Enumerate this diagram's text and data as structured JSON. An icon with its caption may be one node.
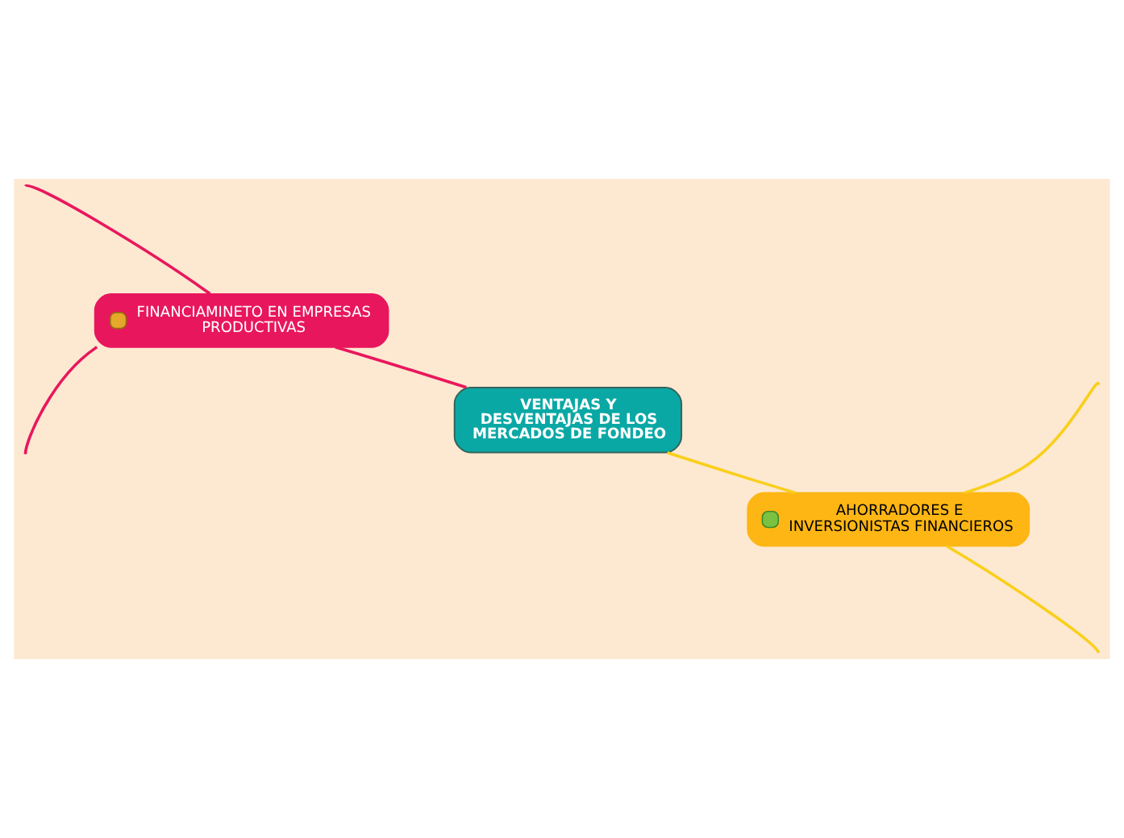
{
  "diagram": {
    "nodes": [
      {
        "text": [
          "VENTAJAS Y DESVENTAJAS DE LOS MERCADOS DE FONDEO"
        ]
      },
      {
        "text": [
          "FINANCIAMINETO EN EMPRESAS PRODUCTIVAS"
        ]
      },
      {
        "text": [
          "AHORRADORES E INVERSIONISTAS FINANCIEROS"
        ]
      }
    ],
    "edges": [
      {
        "from": 0,
        "to": 1,
        "arrow": "none",
        "color": "#e8175d"
      },
      {
        "from": 0,
        "to": 2,
        "arrow": "none",
        "color": "#f9cf1a"
      },
      {
        "from": 1,
        "to": null,
        "arrow": "none",
        "color": "#e8175d"
      },
      {
        "from": 1,
        "to": null,
        "arrow": "none",
        "color": "#e8175d"
      },
      {
        "from": 2,
        "to": null,
        "arrow": "none",
        "color": "#f9cf1a"
      },
      {
        "from": 2,
        "to": null,
        "arrow": "none",
        "color": "#f9cf1a"
      }
    ]
  }
}
